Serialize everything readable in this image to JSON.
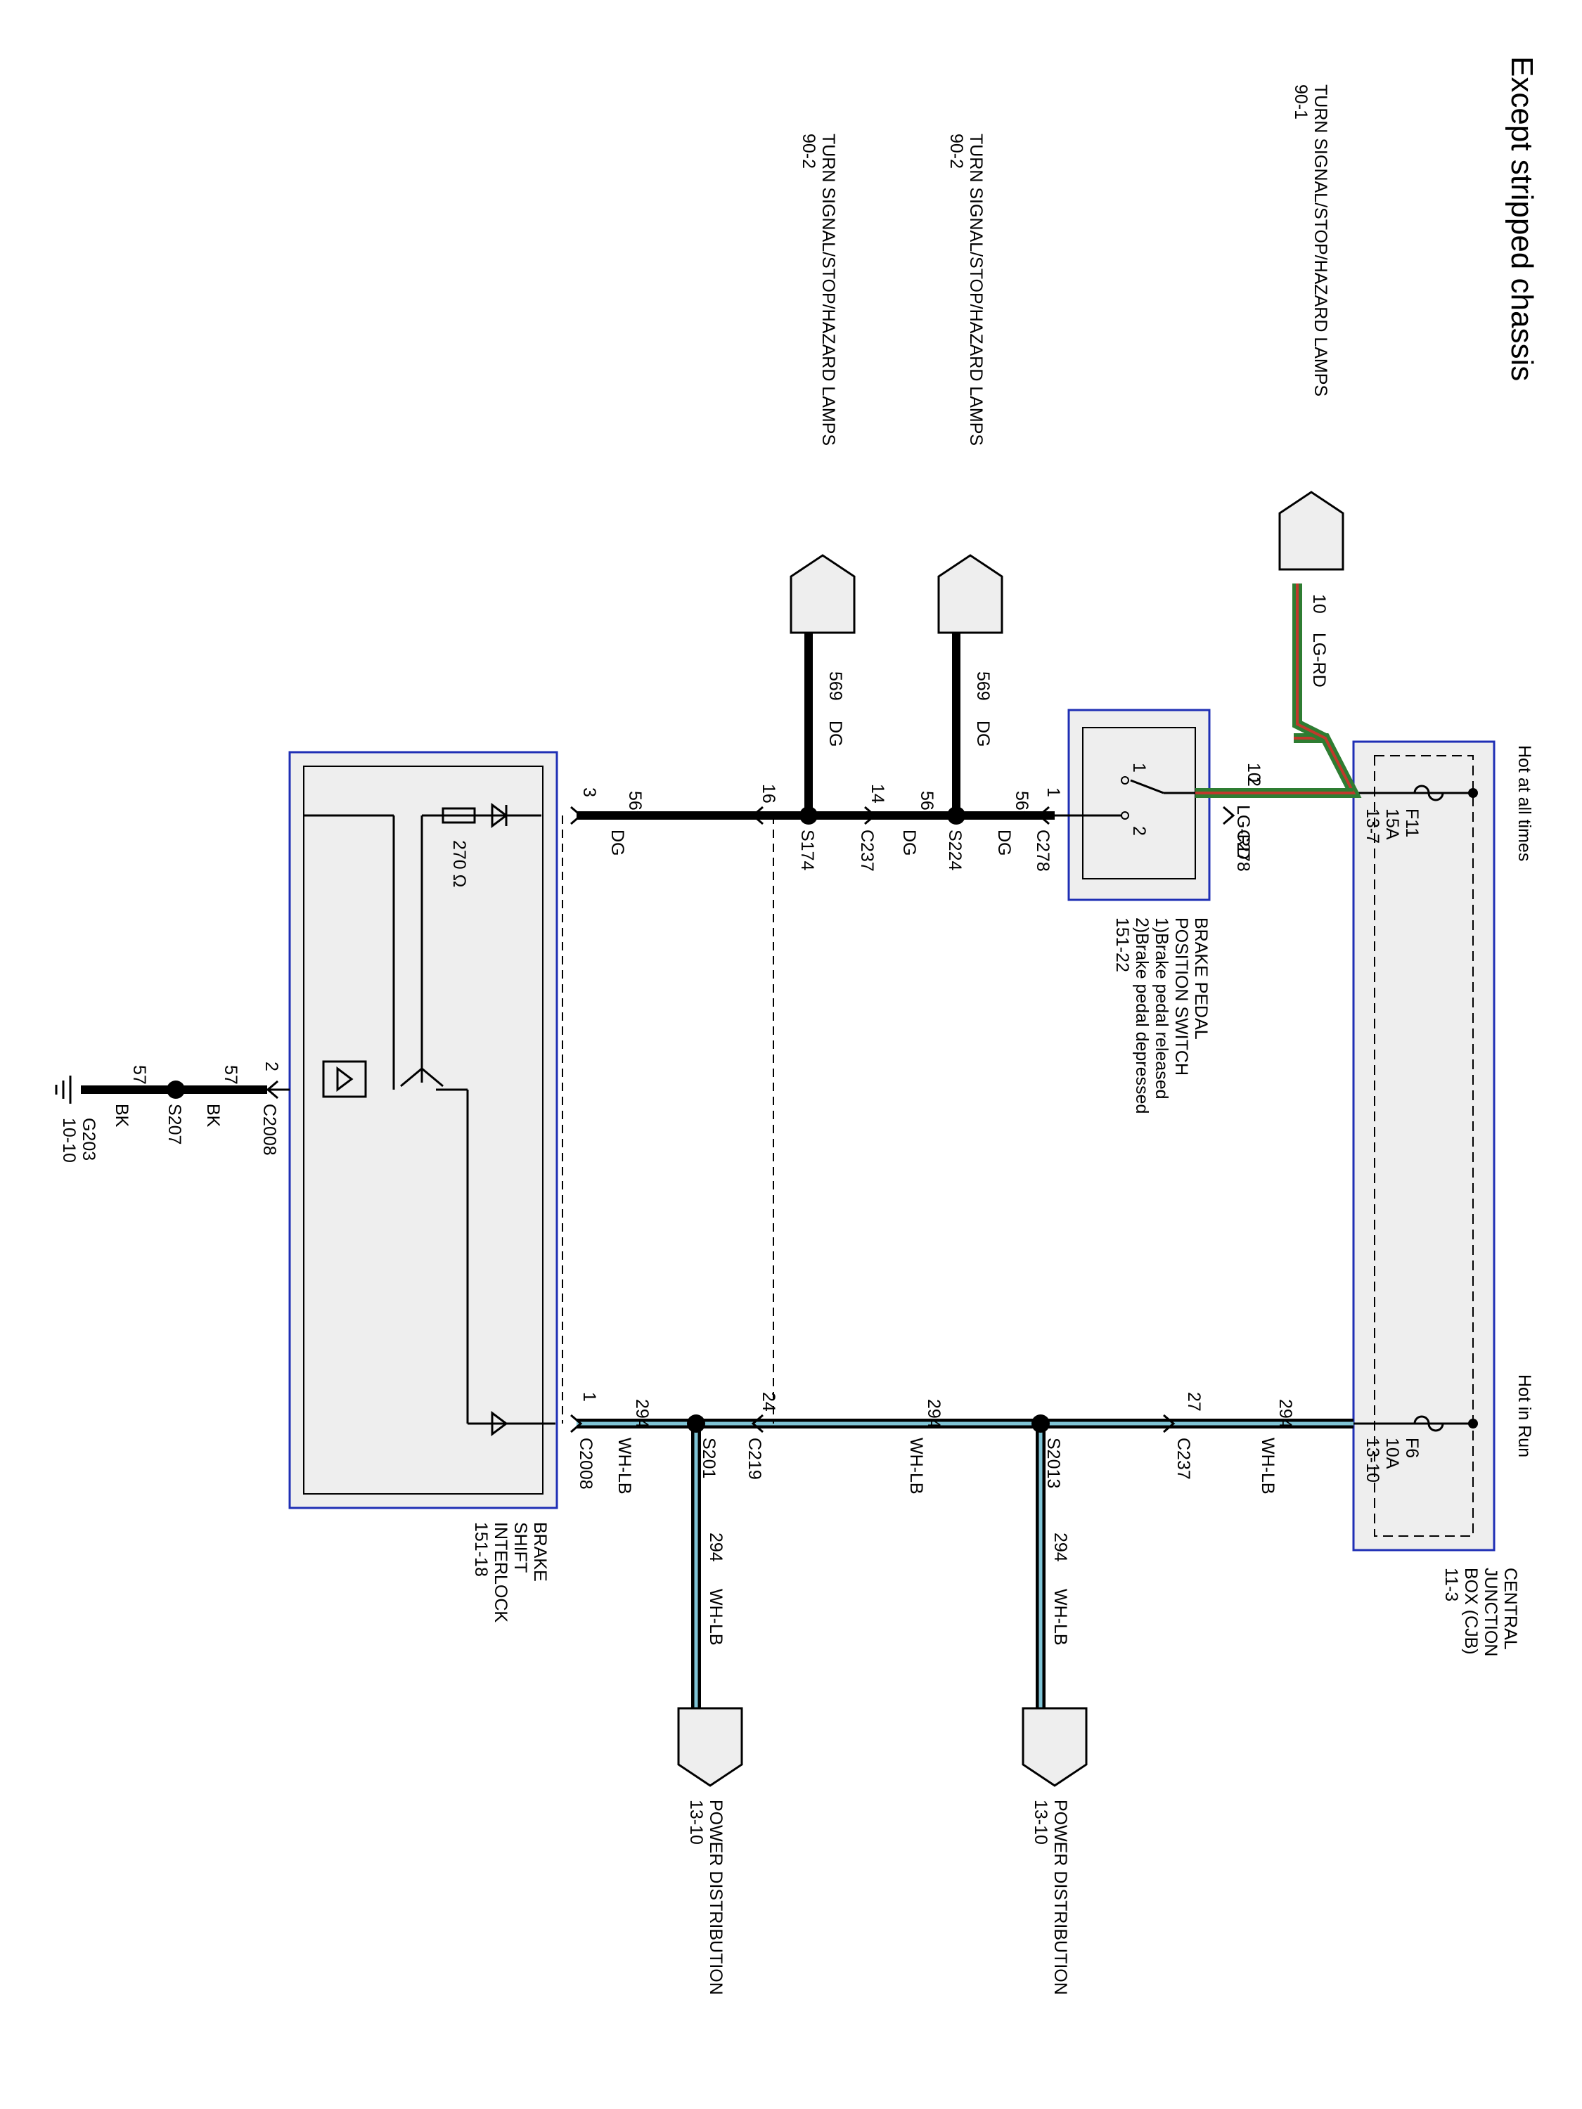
{
  "title": "Except stripped chassis",
  "power_notes": {
    "hot_at_all_times": "Hot at all times",
    "hot_in_run": "Hot in Run"
  },
  "fuses": [
    {
      "id": "F11",
      "rating": "15A",
      "ref": "13-7"
    },
    {
      "id": "F6",
      "rating": "10A",
      "ref": "13-10"
    }
  ],
  "components": {
    "cjb": {
      "lines": [
        "CENTRAL",
        "JUNCTION",
        "BOX (CJB)",
        "11-3"
      ]
    },
    "bpps": {
      "lines": [
        "BRAKE PEDAL",
        "POSITION SWITCH",
        "1)Brake pedal released",
        "2)Brake pedal depressed",
        "151-22"
      ]
    },
    "bsi": {
      "lines": [
        "BRAKE",
        "SHIFT",
        "INTERLOCK",
        "151-18"
      ],
      "resistor": "270 Ω"
    }
  },
  "offpage": {
    "turn_top": {
      "lines": [
        "TURN SIGNAL/STOP/HAZARD LAMPS",
        "90-1"
      ]
    },
    "turn_mid": {
      "lines": [
        "TURN SIGNAL/STOP/HAZARD LAMPS",
        "90-2"
      ]
    },
    "turn_low": {
      "lines": [
        "TURN SIGNAL/STOP/HAZARD LAMPS",
        "90-2"
      ]
    },
    "power_a": {
      "lines": [
        "POWER DISTRIBUTION",
        "13-10"
      ]
    },
    "power_b": {
      "lines": [
        "POWER DISTRIBUTION",
        "13-10"
      ]
    }
  },
  "wires": {
    "c10": "10",
    "lgrd": "LG-RD",
    "c569": "569",
    "dg": "DG",
    "c294": "294",
    "whlb": "WH-LB",
    "c57": "57",
    "bk": "BK"
  },
  "connectors": {
    "c278": "C278",
    "c237": "C237",
    "c2008": "C2008",
    "c219": "C219"
  },
  "splices": {
    "s174": "S174",
    "s224": "S224",
    "s201": "S201",
    "s2013": "S2013",
    "s207": "S207"
  },
  "ground": {
    "id": "G203",
    "ref": "10-10"
  },
  "pins": {
    "p2": "2",
    "p1": "1",
    "p14": "14",
    "p16": "16",
    "p3": "3",
    "p27": "27",
    "p24": "24"
  },
  "colors": {
    "wire_black": "#000000",
    "lg_rd_stripe": "#c0392b",
    "lg_rd_base": "#2e7d32",
    "wh_lb_stripe": "#7fc4d6",
    "box_border": "#1f2fb5",
    "box_fill": "#eeeeee"
  }
}
